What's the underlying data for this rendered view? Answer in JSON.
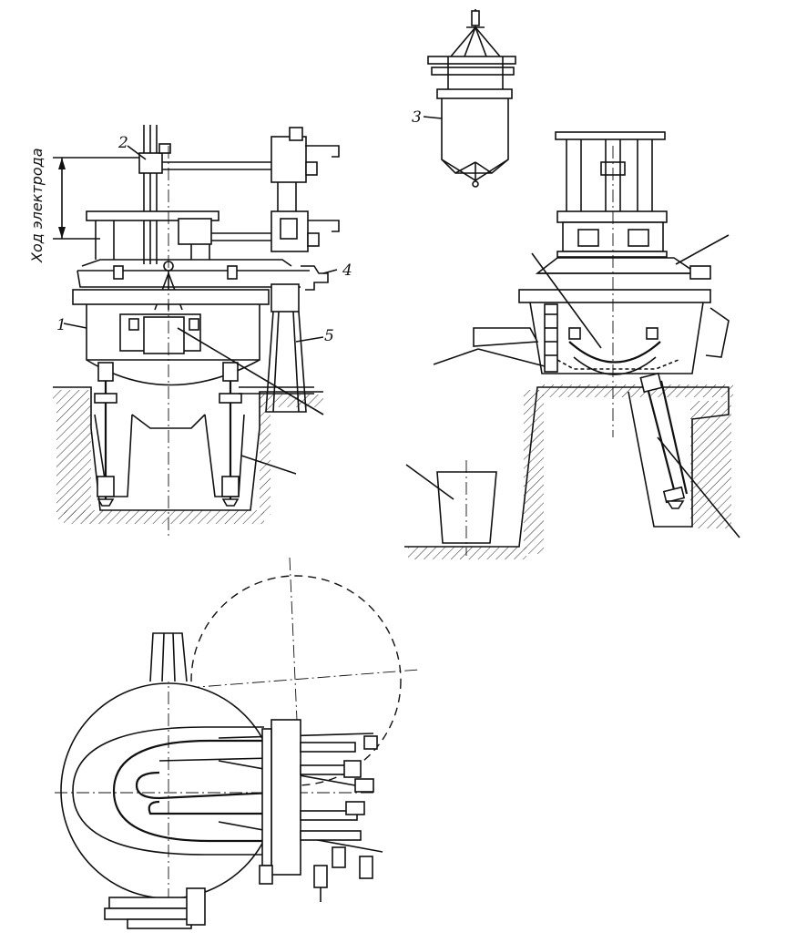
{
  "labels": {
    "electrode_stroke": "Ход электрода",
    "n1": "1",
    "n2": "2",
    "n3": "3",
    "n4": "4",
    "n5": "5"
  }
}
